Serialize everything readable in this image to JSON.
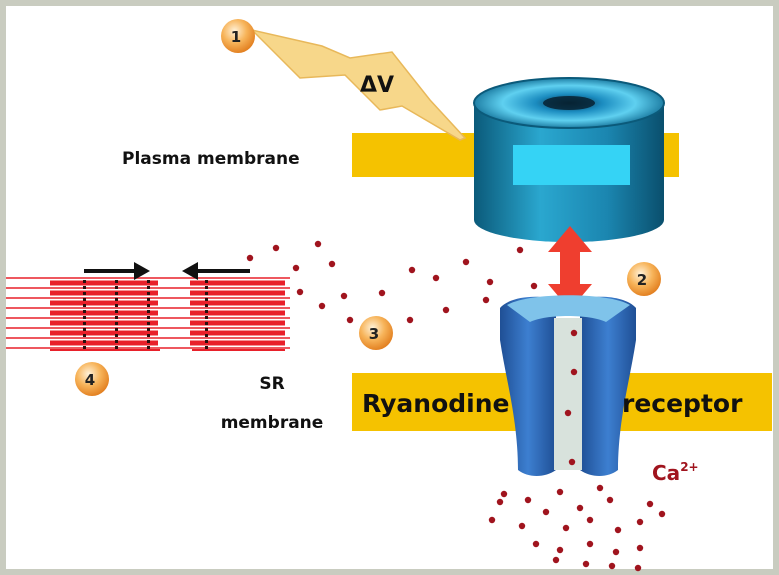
{
  "labels": {
    "plasma_membrane": "Plasma membrane",
    "delta_v": "ΔV",
    "sr_line1": "SR",
    "sr_line2": "membrane",
    "ryanodine": "Ryanodine",
    "receptor": "receptor",
    "calcium_base": "Ca",
    "calcium_sup": "2+"
  },
  "steps": [
    "1",
    "2",
    "3",
    "4"
  ],
  "colors": {
    "membrane": "#f5c200",
    "channel": "#1e90b8",
    "receptor": "#2f6fb7",
    "calcium": "#a0141e",
    "arrow": "#ef3e2f",
    "sarcomere": "#e8202a",
    "bolt": "#f7d78a"
  }
}
